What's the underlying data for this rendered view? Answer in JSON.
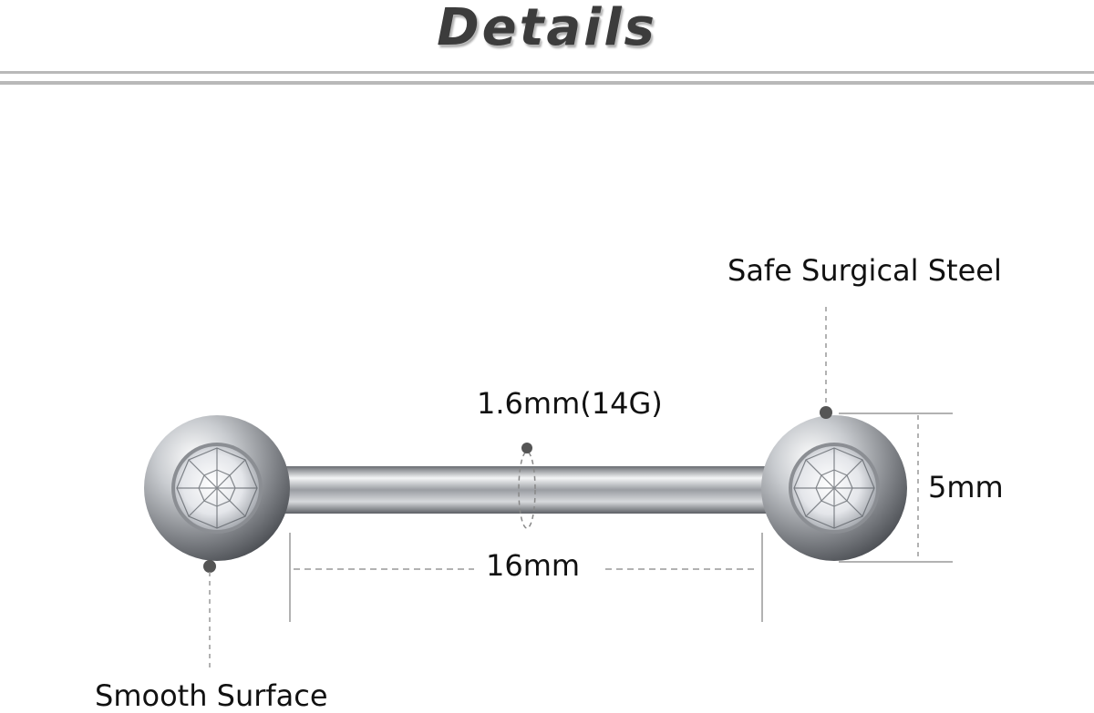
{
  "title": "Details",
  "labels": {
    "material": "Safe Surgical Steel",
    "gauge": "1.6mm(14G)",
    "ball_size": "5mm",
    "length": "16mm",
    "surface": "Smooth Surface"
  }
}
